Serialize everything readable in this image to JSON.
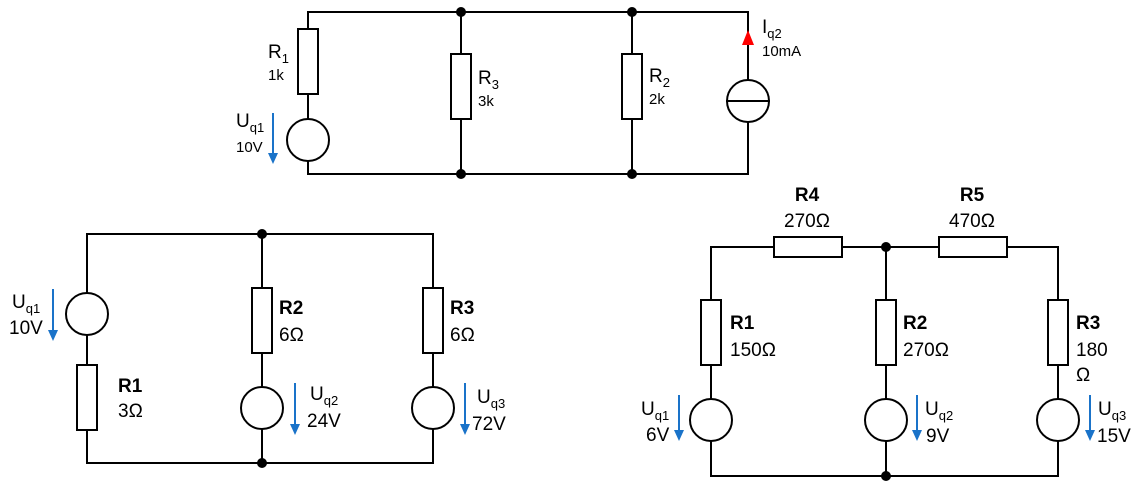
{
  "colors": {
    "wire": "#000000",
    "voltage_arrow": "#1a73c9",
    "current_arrow": "#ff0000"
  },
  "circuit1": {
    "r1": {
      "name": "R",
      "sub": "1",
      "value": "1k"
    },
    "r3": {
      "name": "R",
      "sub": "3",
      "value": "3k"
    },
    "r2": {
      "name": "R",
      "sub": "2",
      "value": "2k"
    },
    "uq1": {
      "name": "U",
      "sub": "q1",
      "value": "10V"
    },
    "iq2": {
      "name": "I",
      "sub": "q2",
      "value": "10mA"
    }
  },
  "circuit2": {
    "uq1": {
      "name": "U",
      "sub": "q1",
      "value": "10V"
    },
    "r1": {
      "name": "R1",
      "value": "3Ω"
    },
    "r2": {
      "name": "R2",
      "value": "6Ω"
    },
    "uq2": {
      "name": "U",
      "sub": "q2",
      "value": "24V"
    },
    "r3": {
      "name": "R3",
      "value": "6Ω"
    },
    "uq3": {
      "name": "U",
      "sub": "q3",
      "value": "72V"
    }
  },
  "circuit3": {
    "r4": {
      "name": "R4",
      "value": "270Ω"
    },
    "r5": {
      "name": "R5",
      "value": "470Ω"
    },
    "r1": {
      "name": "R1",
      "value": "150Ω"
    },
    "r2": {
      "name": "R2",
      "value": "270Ω"
    },
    "r3": {
      "name": "R3",
      "value_line1": "180",
      "value_line2": "Ω"
    },
    "uq1": {
      "name": "U",
      "sub": "q1",
      "value": "6V"
    },
    "uq2": {
      "name": "U",
      "sub": "q2",
      "value": "9V"
    },
    "uq3": {
      "name": "U",
      "sub": "q3",
      "value": "15V"
    }
  }
}
